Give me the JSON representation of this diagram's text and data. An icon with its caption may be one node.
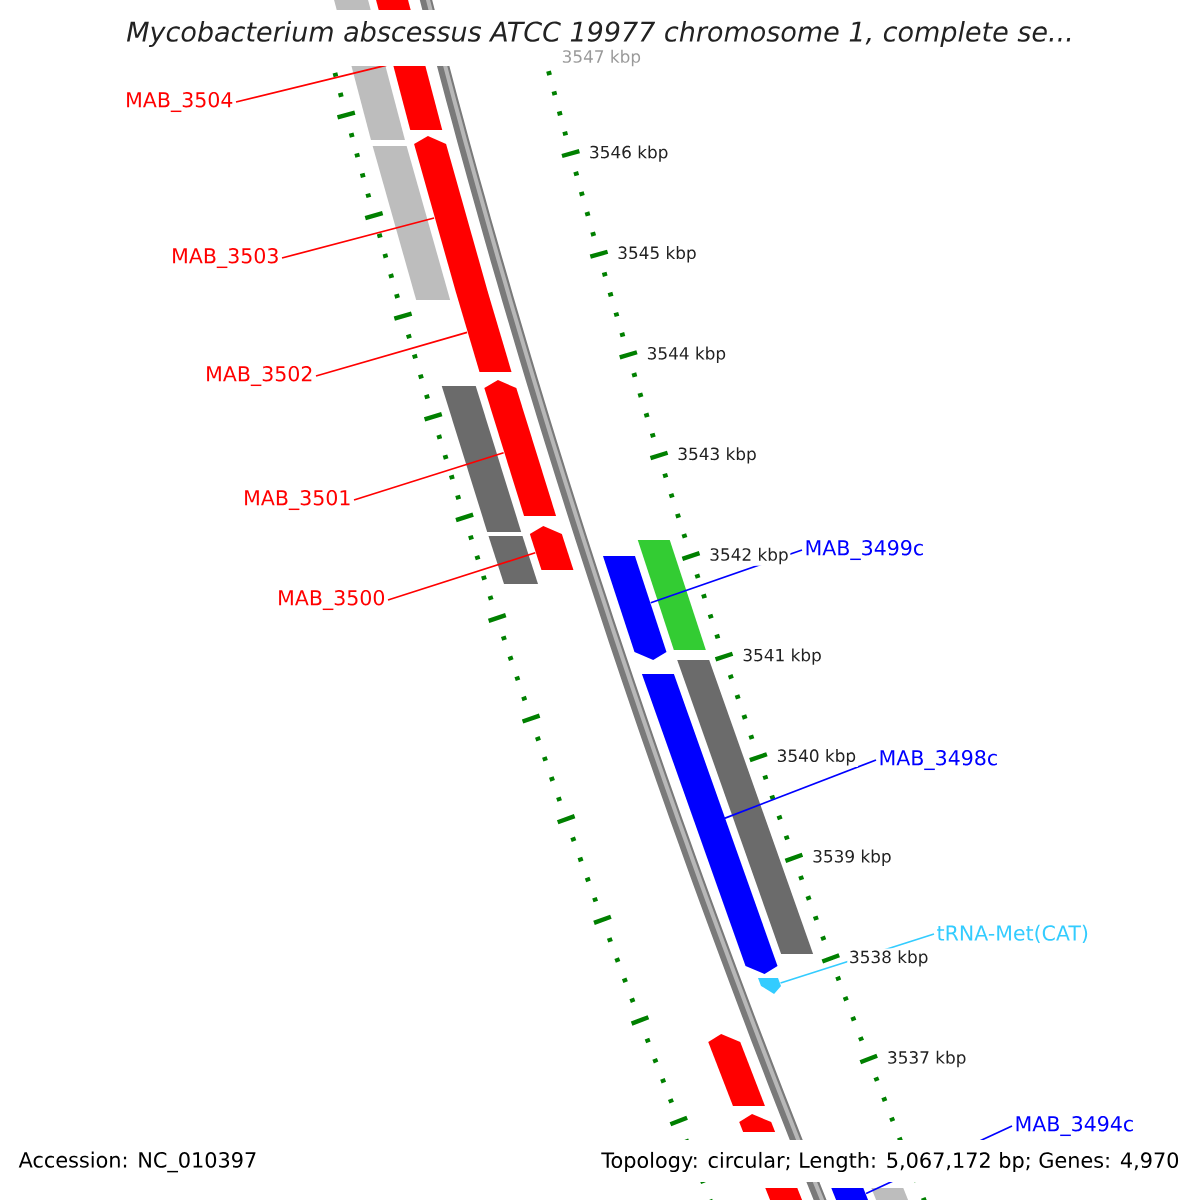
{
  "diagram": {
    "title": "Mycobacterium abscessus ATCC 19977 chromosome 1, complete se...",
    "nodes": [
      {
        "text": [
          "MAB_3504"
        ]
      },
      {
        "text": [],
        "shape": "arrow"
      },
      {
        "text": [
          "MAB_3503"
        ]
      },
      {
        "text": [],
        "shape": "arrow"
      },
      {
        "text": [
          "MAB_3502"
        ]
      },
      {
        "text": [],
        "shape": "arrow"
      },
      {
        "text": [
          "MAB_3501"
        ]
      },
      {
        "text": [],
        "shape": "arrow"
      },
      {
        "text": [
          "MAB_3500"
        ]
      },
      {
        "text": [],
        "shape": "arrow"
      },
      {
        "text": [
          "MAB_3499c"
        ]
      },
      {
        "text": [],
        "shape": "arrow"
      },
      {
        "text": [
          "MAB_3498c"
        ]
      },
      {
        "text": [],
        "shape": "arrow"
      },
      {
        "text": [
          "tRNA-Met(CAT)"
        ]
      },
      {
        "text": [],
        "shape": "arrow"
      },
      {
        "text": [
          "MAB_3494c"
        ]
      },
      {
        "text": [],
        "shape": "bar"
      },
      {
        "text": [],
        "shape": "bar"
      },
      {
        "text": [],
        "shape": "bar"
      },
      {
        "text": [],
        "shape": "bar"
      },
      {
        "text": [],
        "shape": "bar"
      },
      {
        "text": [],
        "shape": "bar"
      },
      {
        "text": [],
        "shape": "bar"
      },
      {
        "text": [],
        "shape": "arrow"
      },
      {
        "text": [],
        "shape": "arrow"
      },
      {
        "text": [],
        "shape": "bar"
      },
      {
        "text": [],
        "shape": "bar"
      }
    ],
    "edges": [
      {
        "from": 0,
        "to": 1,
        "arrow": "none"
      },
      {
        "from": 2,
        "to": 3,
        "arrow": "none"
      },
      {
        "from": 4,
        "to": 5,
        "arrow": "none"
      },
      {
        "from": 6,
        "to": 7,
        "arrow": "none"
      },
      {
        "from": 8,
        "to": 9,
        "arrow": "none"
      },
      {
        "from": 10,
        "to": 11,
        "arrow": "none",
        "color": "#0000ff"
      },
      {
        "from": 12,
        "to": 13,
        "arrow": "none",
        "color": "#0000ff"
      },
      {
        "from": 14,
        "to": 15,
        "arrow": "none",
        "color": "#33ccff"
      },
      {
        "from": 16,
        "to": 17,
        "arrow": "none",
        "color": "#0000ff"
      }
    ],
    "labels": [
      "3547 kbp",
      "3546 kbp",
      "3545 kbp",
      "3544 kbp",
      "3543 kbp",
      "3542 kbp",
      "3541 kbp",
      "3540 kbp",
      "3539 kbp",
      "3538 kbp",
      "3537 kbp",
      "Accession: NC_010397",
      "Topology: circular; Length: 5,067,172 bp; Genes: 4,970"
    ]
  }
}
